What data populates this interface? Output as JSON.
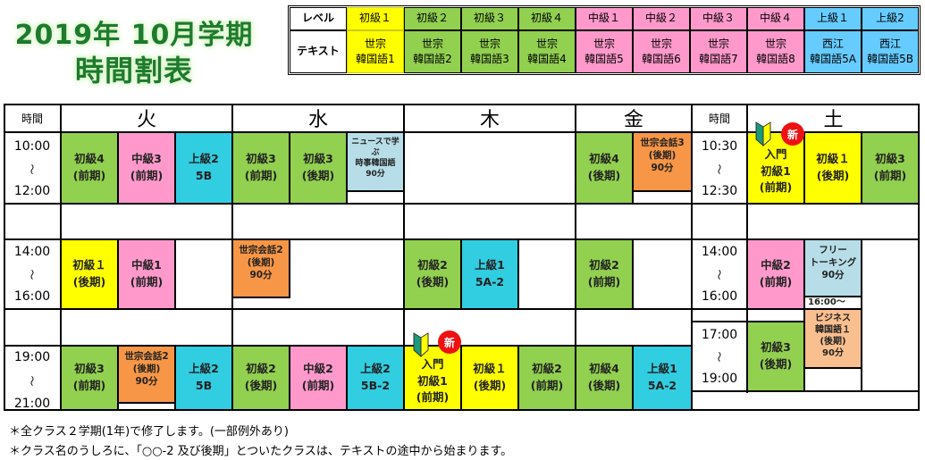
{
  "title": {
    "line1": "2019年 10月学期",
    "line2": "時間割表"
  },
  "legend": {
    "level_label": "レベル",
    "text_label": "テキスト",
    "levels": [
      "初級１",
      "初級２",
      "初級３",
      "初級４",
      "中級１",
      "中級２",
      "中級３",
      "中級４",
      "上級１",
      "上級2"
    ],
    "texts": [
      "世宗\n韓国語1",
      "世宗\n韓国語2",
      "世宗\n韓国語3",
      "世宗\n韓国語4",
      "世宗\n韓国語5",
      "世宗\n韓国語6",
      "世宗\n韓国語7",
      "世宗\n韓国語8",
      "西江\n韓国語5A",
      "西江\n韓国語5B"
    ]
  },
  "colors": {
    "beginner": "#ffff00",
    "elementary": "#92d050",
    "intermediate": "#ff99cc",
    "advanced": "#31cde0",
    "conversation": "#f79646"
  },
  "header": {
    "time": "時間",
    "tue": "火",
    "wed": "水",
    "thu": "木",
    "fri": "金",
    "time2": "時間",
    "sat": "土"
  },
  "times": {
    "r1": [
      "10:00",
      "〜",
      "12:00"
    ],
    "r2": [
      "14:00",
      "〜",
      "16:00"
    ],
    "r3": [
      "19:00",
      "〜",
      "21:00"
    ],
    "s1": [
      "10:30",
      "〜",
      "12:30"
    ],
    "s2": [
      "14:00",
      "〜",
      "16:00"
    ],
    "s3": [
      "17:00",
      "〜",
      "19:00"
    ]
  },
  "badge_new": "新",
  "classes": {
    "tue1": [
      "初級4\n(前期)",
      "中級3\n(前期)",
      "上級2\n5B"
    ],
    "wed1": [
      "初級3\n(前期)",
      "初級3\n(後期)",
      "ニュースで学ぶ\n時事韓国語\n90分"
    ],
    "fri1": [
      "初級4\n(後期)",
      "世宗会話3\n(後期)\n90分"
    ],
    "sat1": [
      "入門\n初級1\n(前期)",
      "初級１\n(後期)",
      "初級3\n(前期)"
    ],
    "tue2": [
      "初級１\n(後期)",
      "中級1\n(前期)"
    ],
    "wed2": [
      "世宗会話2\n(後期)\n90分"
    ],
    "thu2": [
      "初級2\n(後期)",
      "上級1\n5A-2"
    ],
    "fri2": [
      "初級2\n(前期)"
    ],
    "sat2": [
      "中級2\n(前期)",
      "フリー\nトーキング\n90分",
      "16:00〜",
      "ビジネス\n韓国語１\n(後期)\n90分",
      "初級3\n(後期)"
    ],
    "tue3": [
      "初級3\n(前期)",
      "世宗会話2\n(後期)\n90分",
      "上級2\n5B"
    ],
    "wed3": [
      "初級2\n(後期)",
      "中級2\n(前期)",
      "上級2\n5B-2"
    ],
    "thu3": [
      "入門\n初級1\n(前期)",
      "初級１\n(後期)",
      "初級2\n(前期)"
    ],
    "fri3": [
      "初級4\n(後期)",
      "上級1\n5A-2"
    ]
  },
  "notes": [
    "＊全クラス２学期(1年)で修了します。(一部例外あり)",
    "＊クラス名のうしろに、「○○-2 及び後期」とついたクラスは、テキストの途中から始まります。"
  ]
}
